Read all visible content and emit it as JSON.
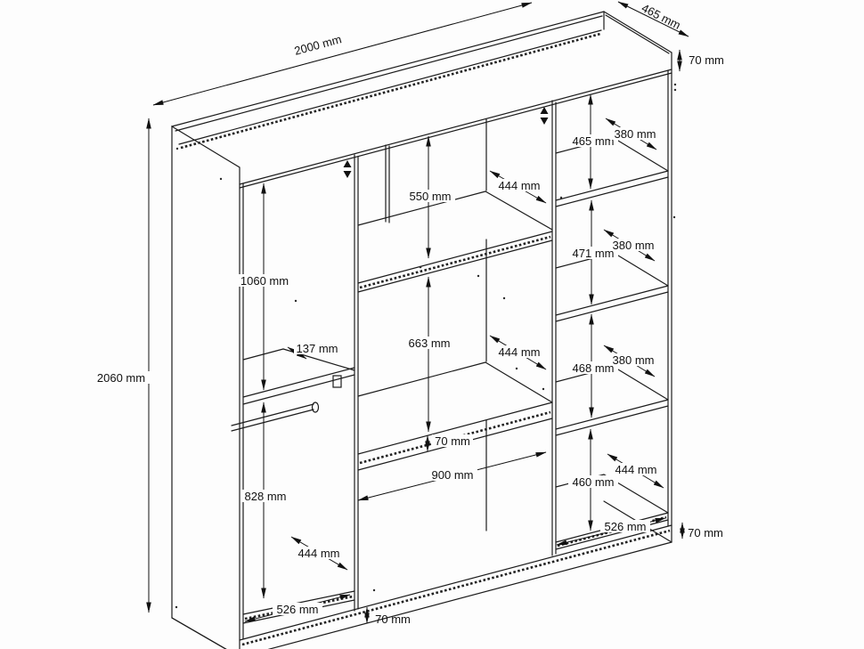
{
  "drawing": {
    "title": "wardrobe-technical-drawing",
    "unit": "mm",
    "line_color": "#1c1c1c",
    "background": "#fdfdfd"
  },
  "dims": {
    "d2000": "2000 mm",
    "d465_top": "465 mm",
    "d70_top": "70 mm",
    "d2060": "2060 mm",
    "d1060": "1060 mm",
    "d137": "137 mm",
    "d828": "828 mm",
    "d444_bl": "444 mm",
    "d526_bl": "526 mm",
    "d70_bl": "70 mm",
    "d550": "550 mm",
    "d444_um": "444 mm",
    "d663": "663 mm",
    "d444_lm": "444 mm",
    "d70_desk": "70 mm",
    "d900": "900 mm",
    "d465_r": "465 mm",
    "d380_r1": "380 mm",
    "d471": "471 mm",
    "d380_r2": "380 mm",
    "d468": "468 mm",
    "d380_r3": "380 mm",
    "d460": "460 mm",
    "d444_r": "444 mm",
    "d526_br": "526 mm",
    "d70_br": "70 mm"
  }
}
